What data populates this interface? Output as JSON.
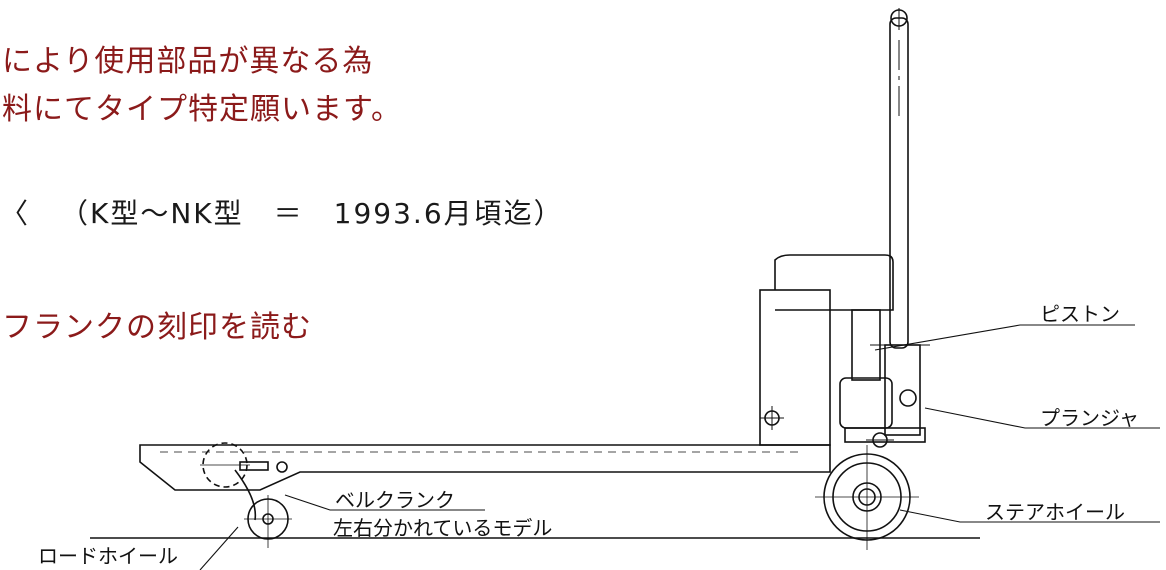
{
  "notes": {
    "line1": "により使用部品が異なる為",
    "line2": "料にてタイプ特定願います。",
    "line3": "（K型〜NK型　＝　1993.6月頃迄）",
    "line3_prefix": "〈",
    "line4": "フランクの刻印を読む"
  },
  "labels": {
    "piston": "ピストン",
    "plunger": "プランジャ",
    "steer_wheel": "ステアホイール",
    "bell_crank": "ベルクランク",
    "bell_crank_note": "左右分かれているモデル",
    "load_wheel": "ロードホイール"
  },
  "colors": {
    "note_text": "#8b1a1a",
    "line": "#111111",
    "background": "#ffffff"
  }
}
